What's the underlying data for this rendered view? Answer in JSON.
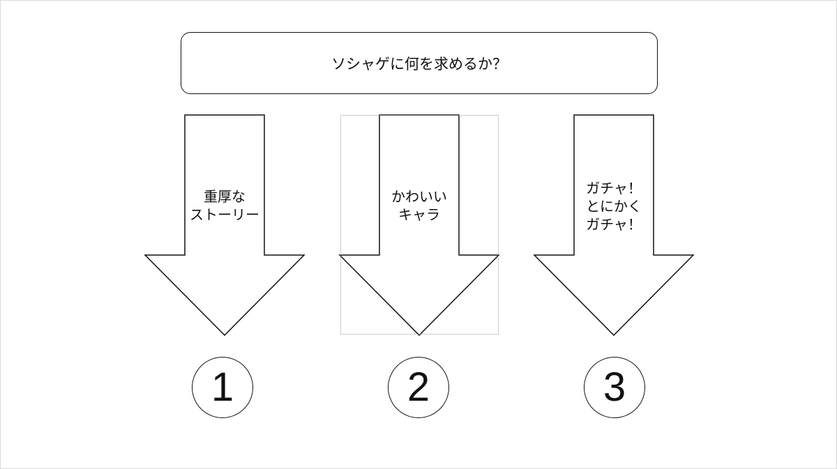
{
  "question": {
    "text": "ソシャゲに何を求めるか？"
  },
  "options": [
    {
      "label": "重厚な\nストーリー",
      "number": "1"
    },
    {
      "label": "かわいい\nキャラ",
      "number": "2"
    },
    {
      "label": "ガチャ！\nとにかく\nガチャ！",
      "number": "3"
    }
  ],
  "colors": {
    "stroke": "#111111",
    "background": "#ffffff",
    "selection_outline": "#9a9a9a"
  }
}
